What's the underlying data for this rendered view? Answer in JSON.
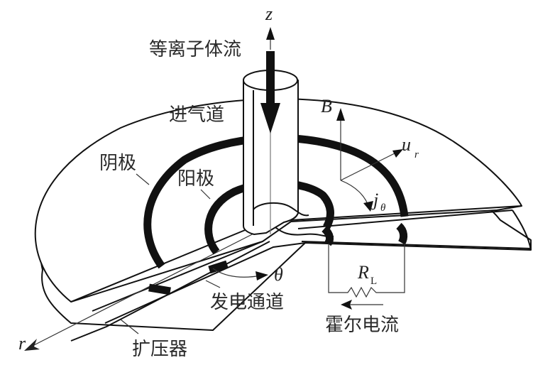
{
  "figure": {
    "title": "Disk MHD generator schematic",
    "labels": {
      "plasma_flow": "等离子体流",
      "inlet": "进气道",
      "cathode": "阴极",
      "anode": "阳极",
      "generator_channel": "发电通道",
      "diffuser": "扩压器",
      "hall_current": "霍尔电流"
    },
    "axes": {
      "z": "z",
      "r": "r",
      "theta": "θ"
    },
    "vectors": {
      "B": "B",
      "u": "u",
      "u_sub": "r",
      "j": "j",
      "j_sub": "θ"
    },
    "load": {
      "R": "R",
      "R_sub": "L"
    }
  }
}
